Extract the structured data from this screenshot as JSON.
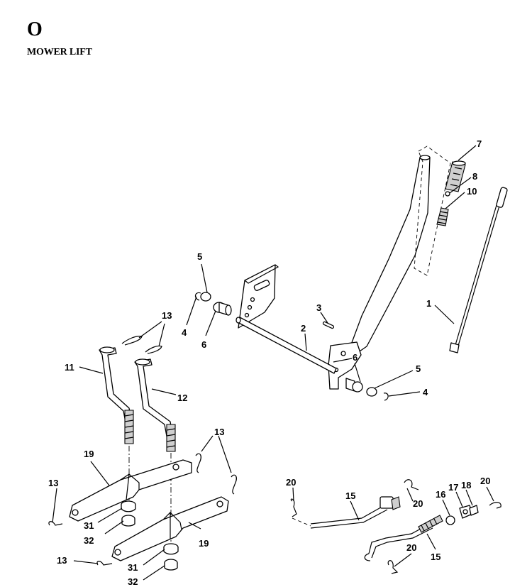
{
  "header": {
    "section": "O",
    "title": "MOWER LIFT"
  },
  "labels": [
    "7",
    "8",
    "10",
    "1",
    "5",
    "4",
    "6",
    "3",
    "2",
    "6",
    "5",
    "4",
    "13",
    "11",
    "12",
    "13",
    "19",
    "13",
    "31",
    "32",
    "19",
    "13",
    "31",
    "32",
    "20",
    "15",
    "20",
    "16",
    "17",
    "18",
    "20",
    "20",
    "15"
  ]
}
